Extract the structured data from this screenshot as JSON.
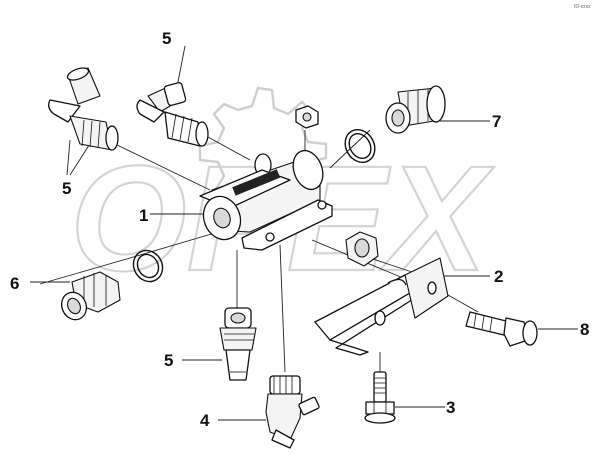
{
  "corner_code": "ID-xxxx",
  "watermark": "OPEX",
  "callouts": [
    {
      "id": "callout-1",
      "text": "1"
    },
    {
      "id": "callout-2",
      "text": "2"
    },
    {
      "id": "callout-3",
      "text": "3"
    },
    {
      "id": "callout-4",
      "text": "4"
    },
    {
      "id": "callout-5-top",
      "text": "5"
    },
    {
      "id": "callout-5-left",
      "text": "5"
    },
    {
      "id": "callout-5-bottom",
      "text": "5"
    },
    {
      "id": "callout-6",
      "text": "6"
    },
    {
      "id": "callout-7",
      "text": "7"
    },
    {
      "id": "callout-8",
      "text": "8"
    }
  ]
}
